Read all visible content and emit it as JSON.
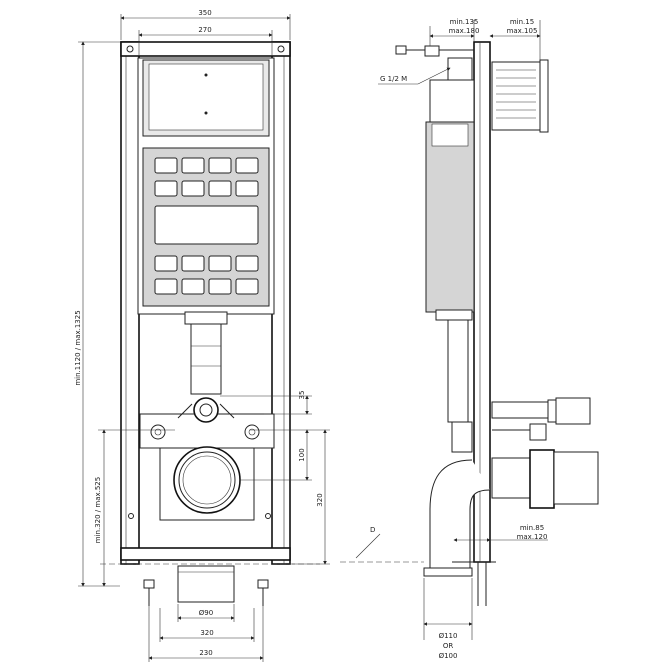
{
  "front_view": {
    "width_total": "350",
    "width_inner": "270",
    "height_range": "min.1120 / max.1325",
    "height_lower_range": "min.320 / max.525",
    "dim_35": "35",
    "dim_100": "100",
    "dim_320_vertical": "320",
    "outlet_diameter": "Ø90",
    "bottom_width_320": "320",
    "bottom_width_230": "230"
  },
  "side_view": {
    "top_dim_a_min": "min.135",
    "top_dim_a_max": "max.180",
    "top_dim_b_min": "min.15",
    "top_dim_b_max": "max.105",
    "thread_label": "G 1/2 M",
    "label_d": "D",
    "bottom_dim_min": "min.85",
    "bottom_dim_max": "max.120",
    "pipe_dia_1": "Ø110",
    "pipe_or": "OR",
    "pipe_dia_2": "Ø100"
  }
}
